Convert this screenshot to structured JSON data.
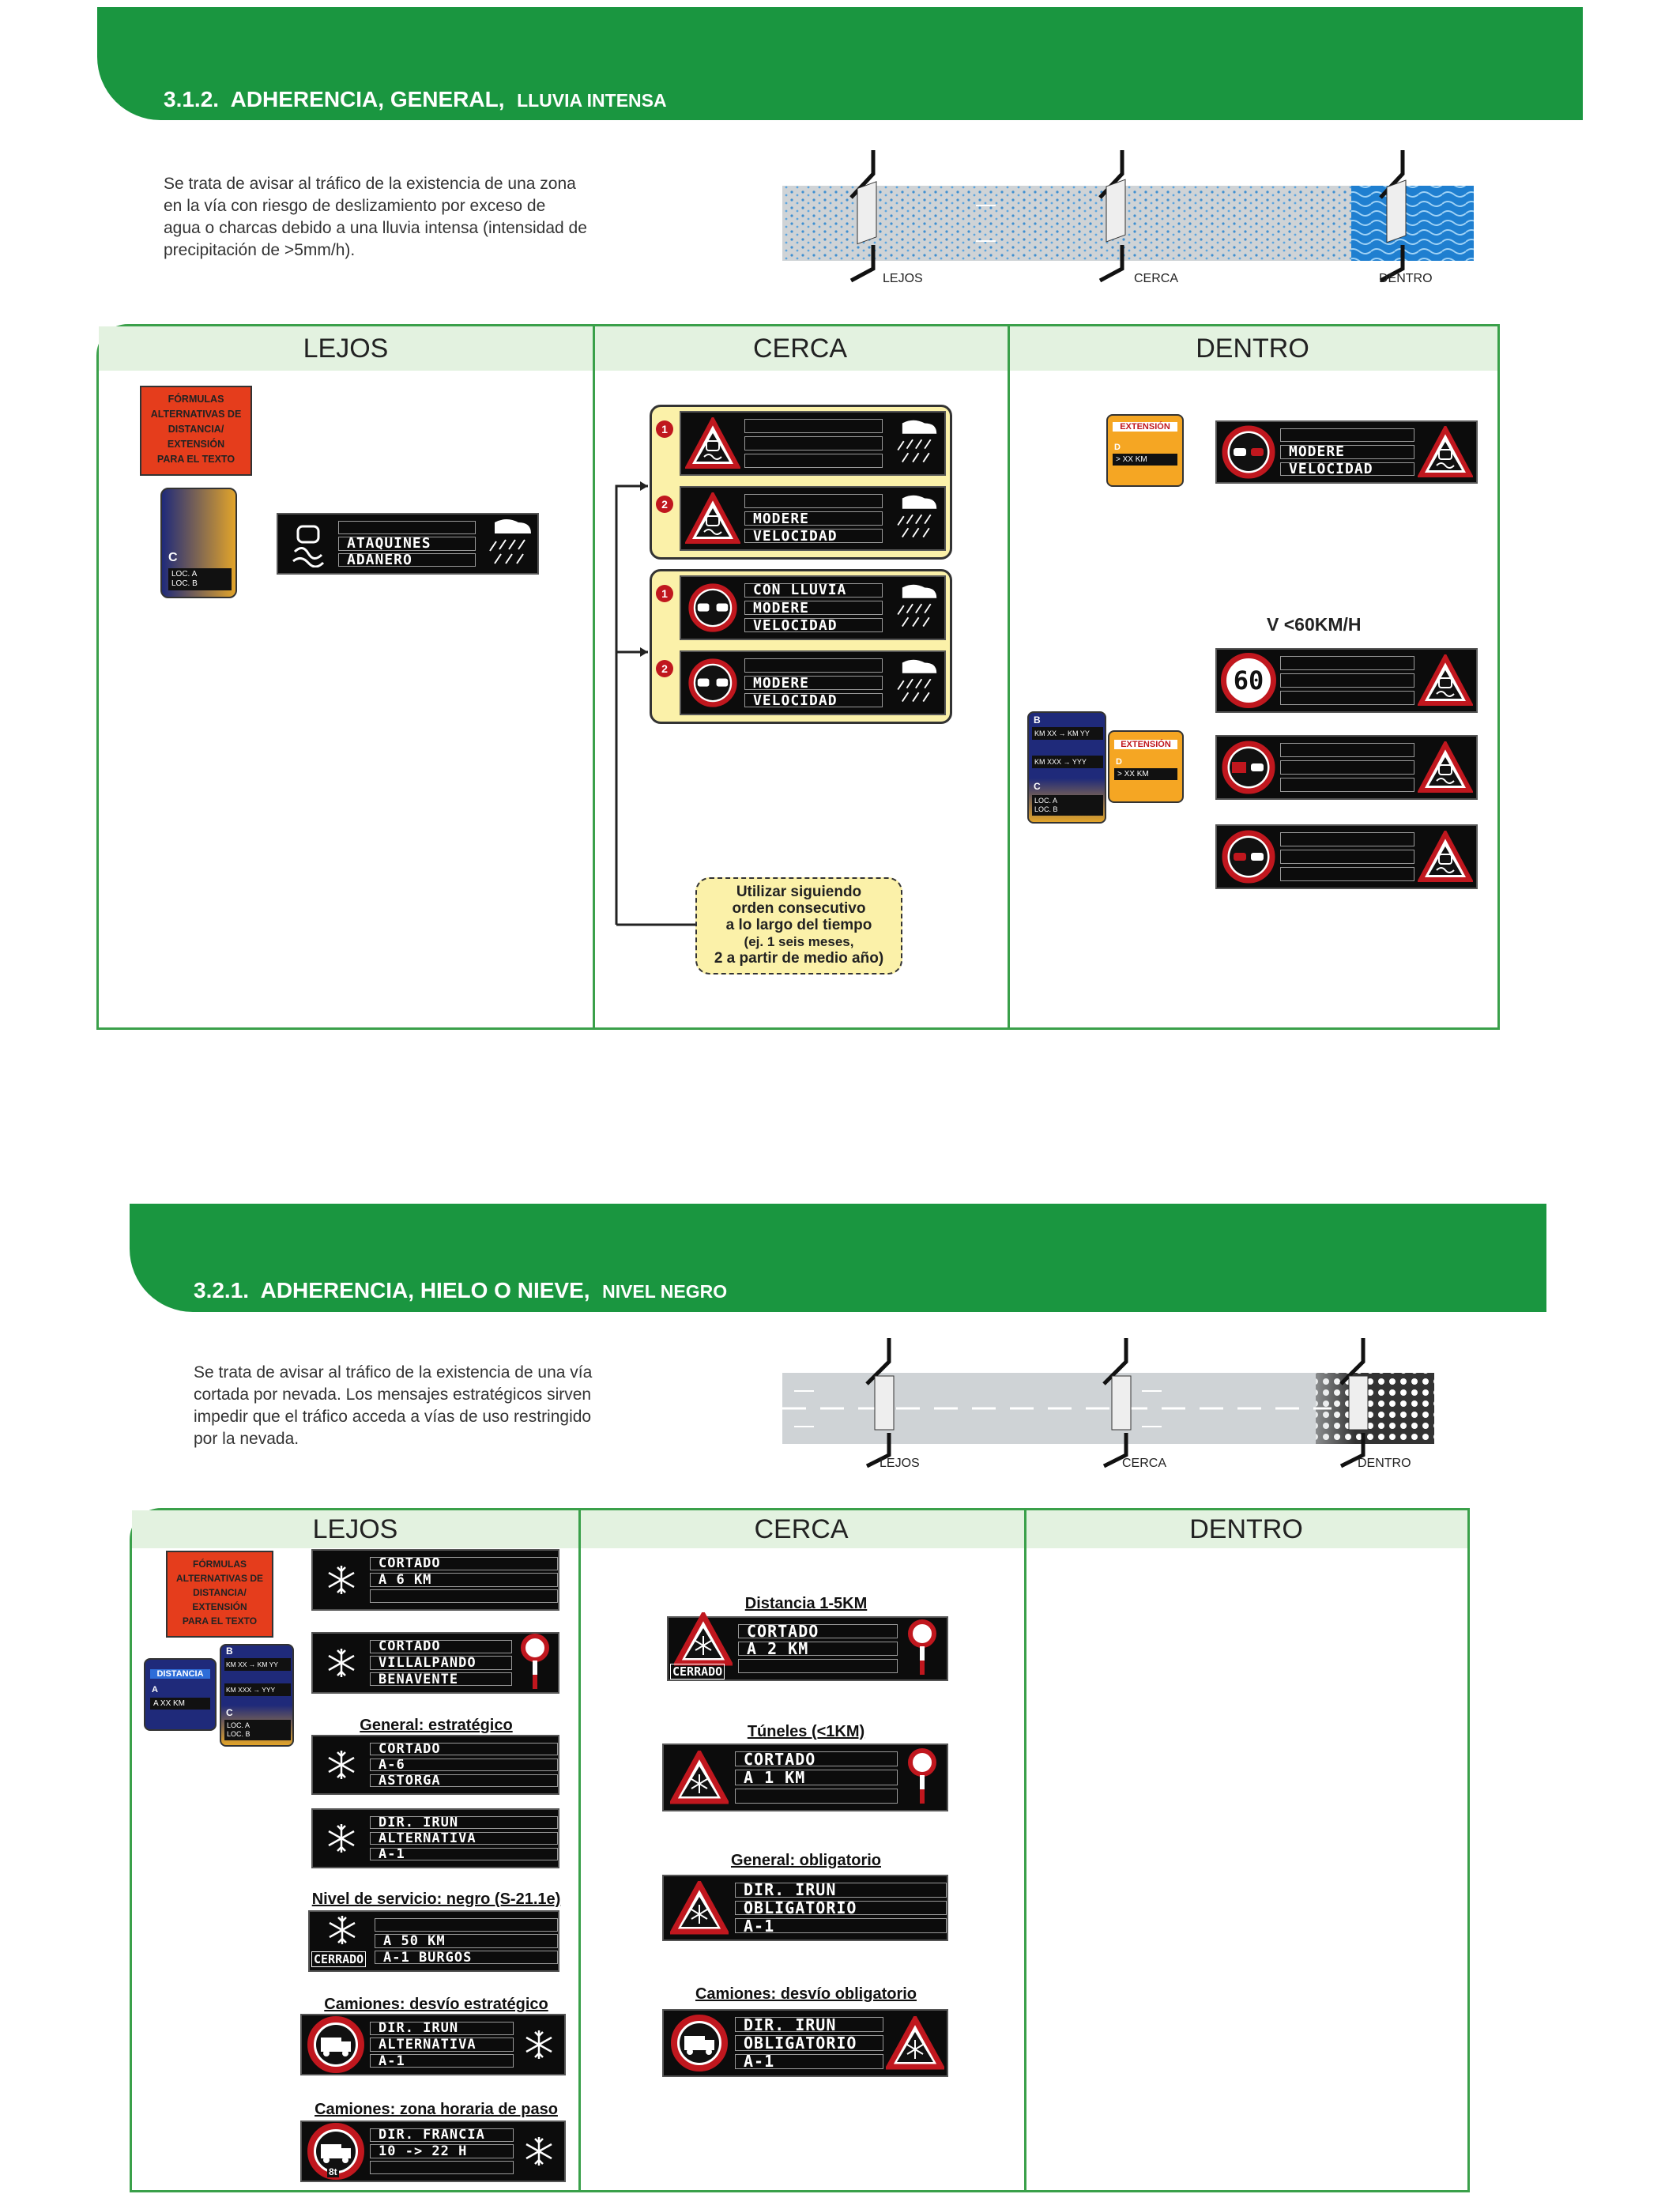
{
  "section1": {
    "number": "3.1.2.",
    "title": "ADHERENCIA, GENERAL,",
    "subtitle": "LLUVIA INTENSA",
    "intro": [
      "Se trata de avisar al tráfico de la existencia de una zona",
      "en la vía con riesgo de deslizamiento por exceso de",
      "agua o charcas debido a una lluvia intensa (intensidad de",
      "precipitación de >5mm/h)."
    ],
    "road_labels": [
      "LEJOS",
      "CERCA",
      "DENTRO"
    ],
    "columns": [
      "LEJOS",
      "CERCA",
      "DENTRO"
    ],
    "lejos": {
      "formula_box": [
        "FÓRMULAS",
        "ALTERNATIVAS DE",
        "DISTANCIA/",
        "EXTENSIÓN",
        "PARA EL TEXTO"
      ],
      "card_letter": "C",
      "card_lines": [
        "LOC. A",
        "LOC. B"
      ],
      "sign_lines": [
        "",
        "ATAQUINES",
        "ADANERO"
      ]
    },
    "cerca": {
      "groups": [
        {
          "signs": [
            {
              "badge": "1",
              "lines": [
                "",
                "",
                ""
              ]
            },
            {
              "badge": "2",
              "lines": [
                "",
                "MODERE",
                "VELOCIDAD"
              ]
            }
          ]
        },
        {
          "signs": [
            {
              "badge": "1",
              "lines": [
                "CON LLUVIA",
                "MODERE",
                "VELOCIDAD"
              ]
            },
            {
              "badge": "2",
              "lines": [
                "",
                "MODERE",
                "VELOCIDAD"
              ]
            }
          ]
        }
      ],
      "note": [
        "Utilizar siguiendo",
        "orden consecutivo",
        "a lo largo del tiempo",
        "(ej. 1 seis meses,",
        "2 a partir de medio año)"
      ]
    },
    "dentro": {
      "ext_card": {
        "title": "EXTENSIÓN",
        "letter": "D",
        "line": "> XX KM"
      },
      "sign_top": [
        "",
        "MODERE",
        "VELOCIDAD"
      ],
      "speed_label": "V <60KM/H",
      "speed_value": "60",
      "b_card": {
        "letter_b": "B",
        "line1": "KM XX → KM YY",
        "line2": "KM XXX → YYY",
        "letter_c": "C",
        "loc": [
          "LOC. A",
          "LOC. B"
        ]
      },
      "ext_card2": {
        "title": "EXTENSIÓN",
        "letter": "D",
        "line": "> XX KM"
      }
    }
  },
  "section2": {
    "number": "3.2.1.",
    "title": "ADHERENCIA, HIELO O NIEVE,",
    "subtitle": "NIVEL NEGRO",
    "intro": [
      "Se trata de avisar al tráfico de la existencia de una vía",
      "cortada por nevada. Los mensajes estratégicos sirven",
      "impedir que el tráfico acceda a vías de uso restringido",
      "por la nevada."
    ],
    "road_labels": [
      "LEJOS",
      "CERCA",
      "DENTRO"
    ],
    "columns": [
      "LEJOS",
      "CERCA",
      "DENTRO"
    ],
    "lejos": {
      "formula_box": [
        "FÓRMULAS",
        "ALTERNATIVAS DE",
        "DISTANCIA/",
        "EXTENSIÓN",
        "PARA EL TEXTO"
      ],
      "dist_card": {
        "title": "DISTANCIA",
        "letter": "A",
        "line": "A XX KM"
      },
      "b_card": {
        "letter_b": "B",
        "line1": "KM XX → KM YY",
        "line2": "KM XXX → YYY",
        "letter_c": "C",
        "loc": [
          "LOC. A",
          "LOC. B"
        ]
      },
      "sign1": [
        "CORTADO",
        "A 6 KM",
        ""
      ],
      "sign2": [
        "CORTADO",
        "VILLALPANDO",
        "BENAVENTE"
      ],
      "label_general": "General: estratégico",
      "sign3": [
        "CORTADO",
        "A-6",
        "ASTORGA"
      ],
      "sign4": [
        "DIR. IRUN",
        "ALTERNATIVA",
        "A-1"
      ],
      "label_nivel": "Nivel de servicio: negro (S-21.1e)",
      "sign5": [
        "",
        "A 50 KM",
        "A-1 BURGOS"
      ],
      "cerrado": "CERRADO",
      "label_camiones": "Camiones: desvío estratégico",
      "sign6": [
        "DIR. IRUN",
        "ALTERNATIVA",
        "A-1"
      ],
      "label_horaria": "Camiones: zona horaria de paso",
      "sign7": [
        "DIR. FRANCIA",
        "10 -> 22 H",
        ""
      ],
      "truck_weight": "8t"
    },
    "cerca": {
      "label_dist": "Distancia 1-5KM",
      "sign1": [
        "CORTADO",
        "A 2 KM",
        ""
      ],
      "cerrado": "CERRADO",
      "label_tuneles": "Túneles (<1KM)",
      "sign2": [
        "CORTADO",
        "A 1 KM",
        ""
      ],
      "label_general": "General: obligatorio",
      "sign3": [
        "DIR. IRUN",
        "OBLIGATORIO",
        "A-1"
      ],
      "label_camiones": "Camiones: desvío obligatorio",
      "sign4": [
        "DIR. IRUN",
        "OBLIGATORIO",
        "A-1"
      ]
    }
  }
}
